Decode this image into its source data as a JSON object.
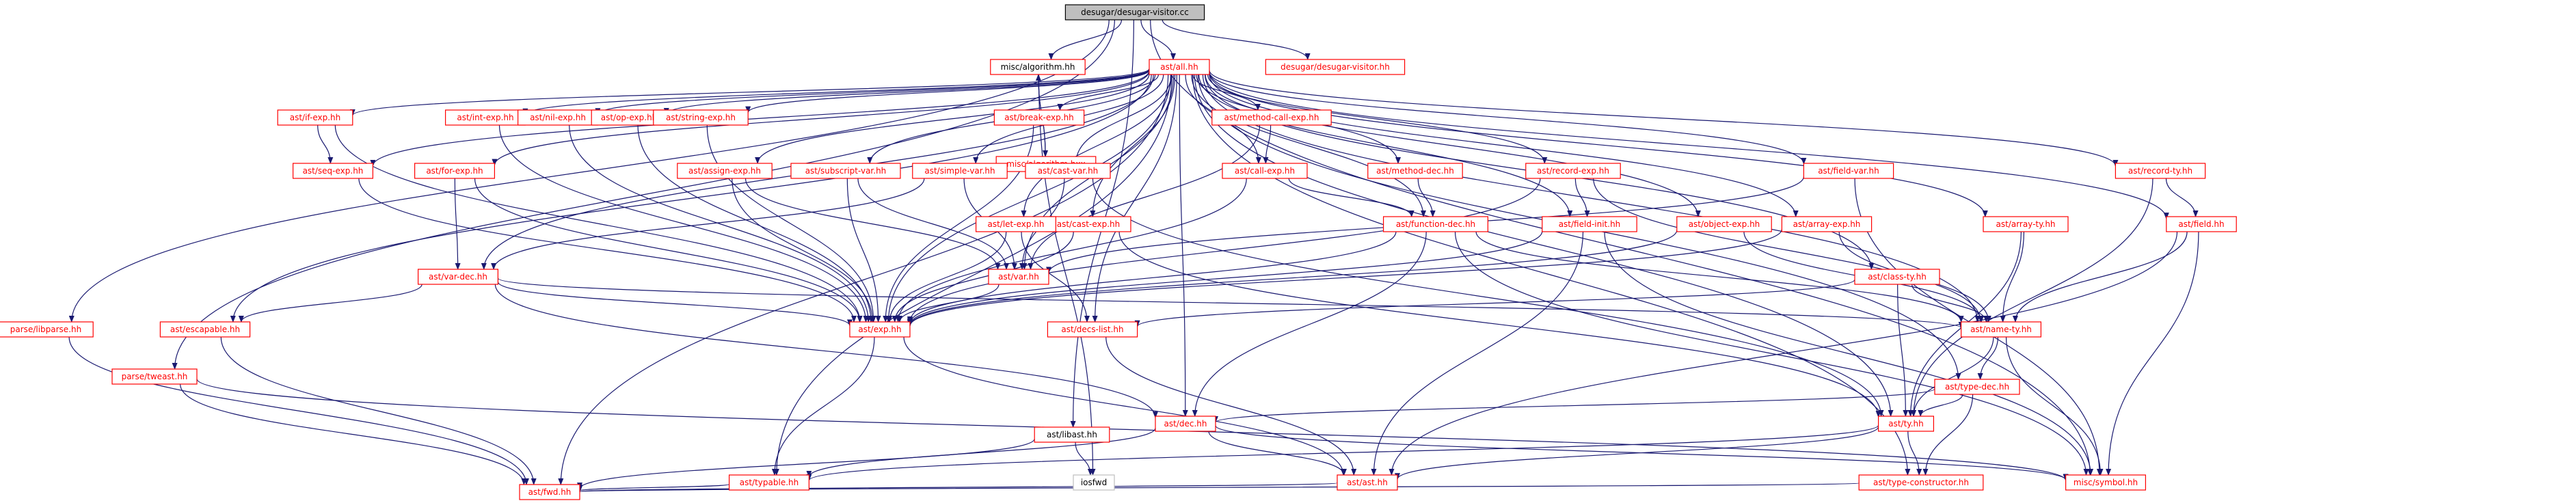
{
  "diagram": {
    "title": "",
    "nodes": [
      {
        "id": "root",
        "label": "desugar/desugar-visitor.cc",
        "style": "root"
      },
      {
        "id": "all",
        "label": "ast/all.hh",
        "style": "red"
      },
      {
        "id": "dvhh",
        "label": "desugar/desugar-visitor.hh",
        "style": "red"
      },
      {
        "id": "algo",
        "label": "misc/algorithm.hh",
        "style": "black"
      },
      {
        "id": "algohxx",
        "label": "misc/algorithm.hxx",
        "style": "red"
      },
      {
        "id": "libparse",
        "label": "parse/libparse.hh",
        "style": "red"
      },
      {
        "id": "tweast",
        "label": "parse/tweast.hh",
        "style": "red"
      },
      {
        "id": "libast",
        "label": "ast/libast.hh",
        "style": "black"
      },
      {
        "id": "iosfwd",
        "label": "iosfwd",
        "style": "gray"
      },
      {
        "id": "ifexp",
        "label": "ast/if-exp.hh",
        "style": "red"
      },
      {
        "id": "seqexp",
        "label": "ast/seq-exp.hh",
        "style": "red"
      },
      {
        "id": "forexp",
        "label": "ast/for-exp.hh",
        "style": "red"
      },
      {
        "id": "intexp",
        "label": "ast/int-exp.hh",
        "style": "red"
      },
      {
        "id": "nilexp",
        "label": "ast/nil-exp.hh",
        "style": "red"
      },
      {
        "id": "opexp",
        "label": "ast/op-exp.hh",
        "style": "red"
      },
      {
        "id": "stringexp",
        "label": "ast/string-exp.hh",
        "style": "red"
      },
      {
        "id": "assignexp",
        "label": "ast/assign-exp.hh",
        "style": "red"
      },
      {
        "id": "subscriptvar",
        "label": "ast/subscript-var.hh",
        "style": "red"
      },
      {
        "id": "simplevar",
        "label": "ast/simple-var.hh",
        "style": "red"
      },
      {
        "id": "breakexp",
        "label": "ast/break-exp.hh",
        "style": "red"
      },
      {
        "id": "castvar",
        "label": "ast/cast-var.hh",
        "style": "red"
      },
      {
        "id": "castexp",
        "label": "ast/cast-exp.hh",
        "style": "red"
      },
      {
        "id": "letexp",
        "label": "ast/let-exp.hh",
        "style": "red"
      },
      {
        "id": "methodcallexp",
        "label": "ast/method-call-exp.hh",
        "style": "red"
      },
      {
        "id": "callexp",
        "label": "ast/call-exp.hh",
        "style": "red"
      },
      {
        "id": "methoddec",
        "label": "ast/method-dec.hh",
        "style": "red"
      },
      {
        "id": "functiondec",
        "label": "ast/function-dec.hh",
        "style": "red"
      },
      {
        "id": "recordexp",
        "label": "ast/record-exp.hh",
        "style": "red"
      },
      {
        "id": "fieldinit",
        "label": "ast/field-init.hh",
        "style": "red"
      },
      {
        "id": "objectexp",
        "label": "ast/object-exp.hh",
        "style": "red"
      },
      {
        "id": "arrayexp",
        "label": "ast/array-exp.hh",
        "style": "red"
      },
      {
        "id": "fieldvar",
        "label": "ast/field-var.hh",
        "style": "red"
      },
      {
        "id": "classty",
        "label": "ast/class-ty.hh",
        "style": "red"
      },
      {
        "id": "arrayty",
        "label": "ast/array-ty.hh",
        "style": "red"
      },
      {
        "id": "recordty",
        "label": "ast/record-ty.hh",
        "style": "red"
      },
      {
        "id": "field",
        "label": "ast/field.hh",
        "style": "red"
      },
      {
        "id": "varhh",
        "label": "ast/var.hh",
        "style": "red"
      },
      {
        "id": "vardec",
        "label": "ast/var-dec.hh",
        "style": "red"
      },
      {
        "id": "escapable",
        "label": "ast/escapable.hh",
        "style": "red"
      },
      {
        "id": "exphh",
        "label": "ast/exp.hh",
        "style": "red"
      },
      {
        "id": "decslist",
        "label": "ast/decs-list.hh",
        "style": "red"
      },
      {
        "id": "namety",
        "label": "ast/name-ty.hh",
        "style": "red"
      },
      {
        "id": "typedec",
        "label": "ast/type-dec.hh",
        "style": "red"
      },
      {
        "id": "dechh",
        "label": "ast/dec.hh",
        "style": "red"
      },
      {
        "id": "tyhh",
        "label": "ast/ty.hh",
        "style": "red"
      },
      {
        "id": "typable",
        "label": "ast/typable.hh",
        "style": "red"
      },
      {
        "id": "asthh",
        "label": "ast/ast.hh",
        "style": "red"
      },
      {
        "id": "typeconstructor",
        "label": "ast/type-constructor.hh",
        "style": "red"
      },
      {
        "id": "symbol",
        "label": "misc/symbol.hh",
        "style": "red"
      },
      {
        "id": "fwd",
        "label": "ast/fwd.hh",
        "style": "red"
      }
    ],
    "edges": [
      [
        "root",
        "all"
      ],
      [
        "root",
        "dvhh"
      ],
      [
        "root",
        "algo"
      ],
      [
        "root",
        "libparse"
      ],
      [
        "root",
        "tweast"
      ],
      [
        "root",
        "libast"
      ],
      [
        "root",
        "symbol"
      ],
      [
        "algo",
        "algohxx"
      ],
      [
        "algohxx",
        "algo"
      ],
      [
        "algo",
        "iosfwd"
      ],
      [
        "libast",
        "fwd"
      ],
      [
        "libast",
        "iosfwd"
      ],
      [
        "libparse",
        "fwd"
      ],
      [
        "tweast",
        "fwd"
      ],
      [
        "tweast",
        "symbol"
      ],
      [
        "all",
        "ifexp"
      ],
      [
        "all",
        "seqexp"
      ],
      [
        "all",
        "forexp"
      ],
      [
        "all",
        "intexp"
      ],
      [
        "all",
        "nilexp"
      ],
      [
        "all",
        "opexp"
      ],
      [
        "all",
        "stringexp"
      ],
      [
        "all",
        "assignexp"
      ],
      [
        "all",
        "subscriptvar"
      ],
      [
        "all",
        "simplevar"
      ],
      [
        "all",
        "breakexp"
      ],
      [
        "all",
        "castvar"
      ],
      [
        "all",
        "castexp"
      ],
      [
        "all",
        "letexp"
      ],
      [
        "all",
        "methodcallexp"
      ],
      [
        "all",
        "callexp"
      ],
      [
        "all",
        "methoddec"
      ],
      [
        "all",
        "functiondec"
      ],
      [
        "all",
        "recordexp"
      ],
      [
        "all",
        "fieldinit"
      ],
      [
        "all",
        "objectexp"
      ],
      [
        "all",
        "arrayexp"
      ],
      [
        "all",
        "fieldvar"
      ],
      [
        "all",
        "classty"
      ],
      [
        "all",
        "arrayty"
      ],
      [
        "all",
        "recordty"
      ],
      [
        "all",
        "field"
      ],
      [
        "all",
        "varhh"
      ],
      [
        "all",
        "vardec"
      ],
      [
        "all",
        "escapable"
      ],
      [
        "all",
        "exphh"
      ],
      [
        "all",
        "decslist"
      ],
      [
        "all",
        "namety"
      ],
      [
        "all",
        "typedec"
      ],
      [
        "all",
        "dechh"
      ],
      [
        "all",
        "tyhh"
      ],
      [
        "all",
        "typable"
      ],
      [
        "all",
        "typeconstructor"
      ],
      [
        "all",
        "fwd"
      ],
      [
        "ifexp",
        "seqexp"
      ],
      [
        "ifexp",
        "exphh"
      ],
      [
        "seqexp",
        "exphh"
      ],
      [
        "forexp",
        "vardec"
      ],
      [
        "forexp",
        "exphh"
      ],
      [
        "intexp",
        "exphh"
      ],
      [
        "nilexp",
        "exphh"
      ],
      [
        "opexp",
        "exphh"
      ],
      [
        "stringexp",
        "exphh"
      ],
      [
        "assignexp",
        "varhh"
      ],
      [
        "assignexp",
        "exphh"
      ],
      [
        "subscriptvar",
        "varhh"
      ],
      [
        "subscriptvar",
        "exphh"
      ],
      [
        "simplevar",
        "varhh"
      ],
      [
        "simplevar",
        "vardec"
      ],
      [
        "breakexp",
        "exphh"
      ],
      [
        "castvar",
        "varhh"
      ],
      [
        "castvar",
        "tyhh"
      ],
      [
        "castexp",
        "exphh"
      ],
      [
        "castexp",
        "tyhh"
      ],
      [
        "letexp",
        "exphh"
      ],
      [
        "letexp",
        "decslist"
      ],
      [
        "methodcallexp",
        "callexp"
      ],
      [
        "methodcallexp",
        "varhh"
      ],
      [
        "callexp",
        "exphh"
      ],
      [
        "callexp",
        "functiondec"
      ],
      [
        "methoddec",
        "functiondec"
      ],
      [
        "functiondec",
        "exphh"
      ],
      [
        "functiondec",
        "dechh"
      ],
      [
        "functiondec",
        "namety"
      ],
      [
        "functiondec",
        "symbol"
      ],
      [
        "recordexp",
        "fieldinit"
      ],
      [
        "recordexp",
        "namety"
      ],
      [
        "recordexp",
        "exphh"
      ],
      [
        "fieldinit",
        "exphh"
      ],
      [
        "fieldinit",
        "asthh"
      ],
      [
        "fieldinit",
        "symbol"
      ],
      [
        "objectexp",
        "namety"
      ],
      [
        "objectexp",
        "exphh"
      ],
      [
        "arrayexp",
        "namety"
      ],
      [
        "arrayexp",
        "exphh"
      ],
      [
        "fieldvar",
        "varhh"
      ],
      [
        "fieldvar",
        "symbol"
      ],
      [
        "classty",
        "tyhh"
      ],
      [
        "classty",
        "namety"
      ],
      [
        "classty",
        "decslist"
      ],
      [
        "arrayty",
        "namety"
      ],
      [
        "arrayty",
        "tyhh"
      ],
      [
        "recordty",
        "field"
      ],
      [
        "recordty",
        "tyhh"
      ],
      [
        "field",
        "namety"
      ],
      [
        "field",
        "asthh"
      ],
      [
        "field",
        "symbol"
      ],
      [
        "varhh",
        "exphh"
      ],
      [
        "vardec",
        "exphh"
      ],
      [
        "vardec",
        "escapable"
      ],
      [
        "vardec",
        "dechh"
      ],
      [
        "vardec",
        "namety"
      ],
      [
        "escapable",
        "fwd"
      ],
      [
        "exphh",
        "typable"
      ],
      [
        "exphh",
        "asthh"
      ],
      [
        "decslist",
        "asthh"
      ],
      [
        "namety",
        "typedec"
      ],
      [
        "namety",
        "tyhh"
      ],
      [
        "namety",
        "symbol"
      ],
      [
        "typedec",
        "dechh"
      ],
      [
        "typedec",
        "tyhh"
      ],
      [
        "typedec",
        "typeconstructor"
      ],
      [
        "dechh",
        "typable"
      ],
      [
        "dechh",
        "asthh"
      ],
      [
        "dechh",
        "symbol"
      ],
      [
        "tyhh",
        "typable"
      ],
      [
        "tyhh",
        "asthh"
      ],
      [
        "tyhh",
        "typeconstructor"
      ],
      [
        "typable",
        "fwd"
      ],
      [
        "asthh",
        "fwd"
      ],
      [
        "typeconstructor",
        "fwd"
      ]
    ]
  }
}
